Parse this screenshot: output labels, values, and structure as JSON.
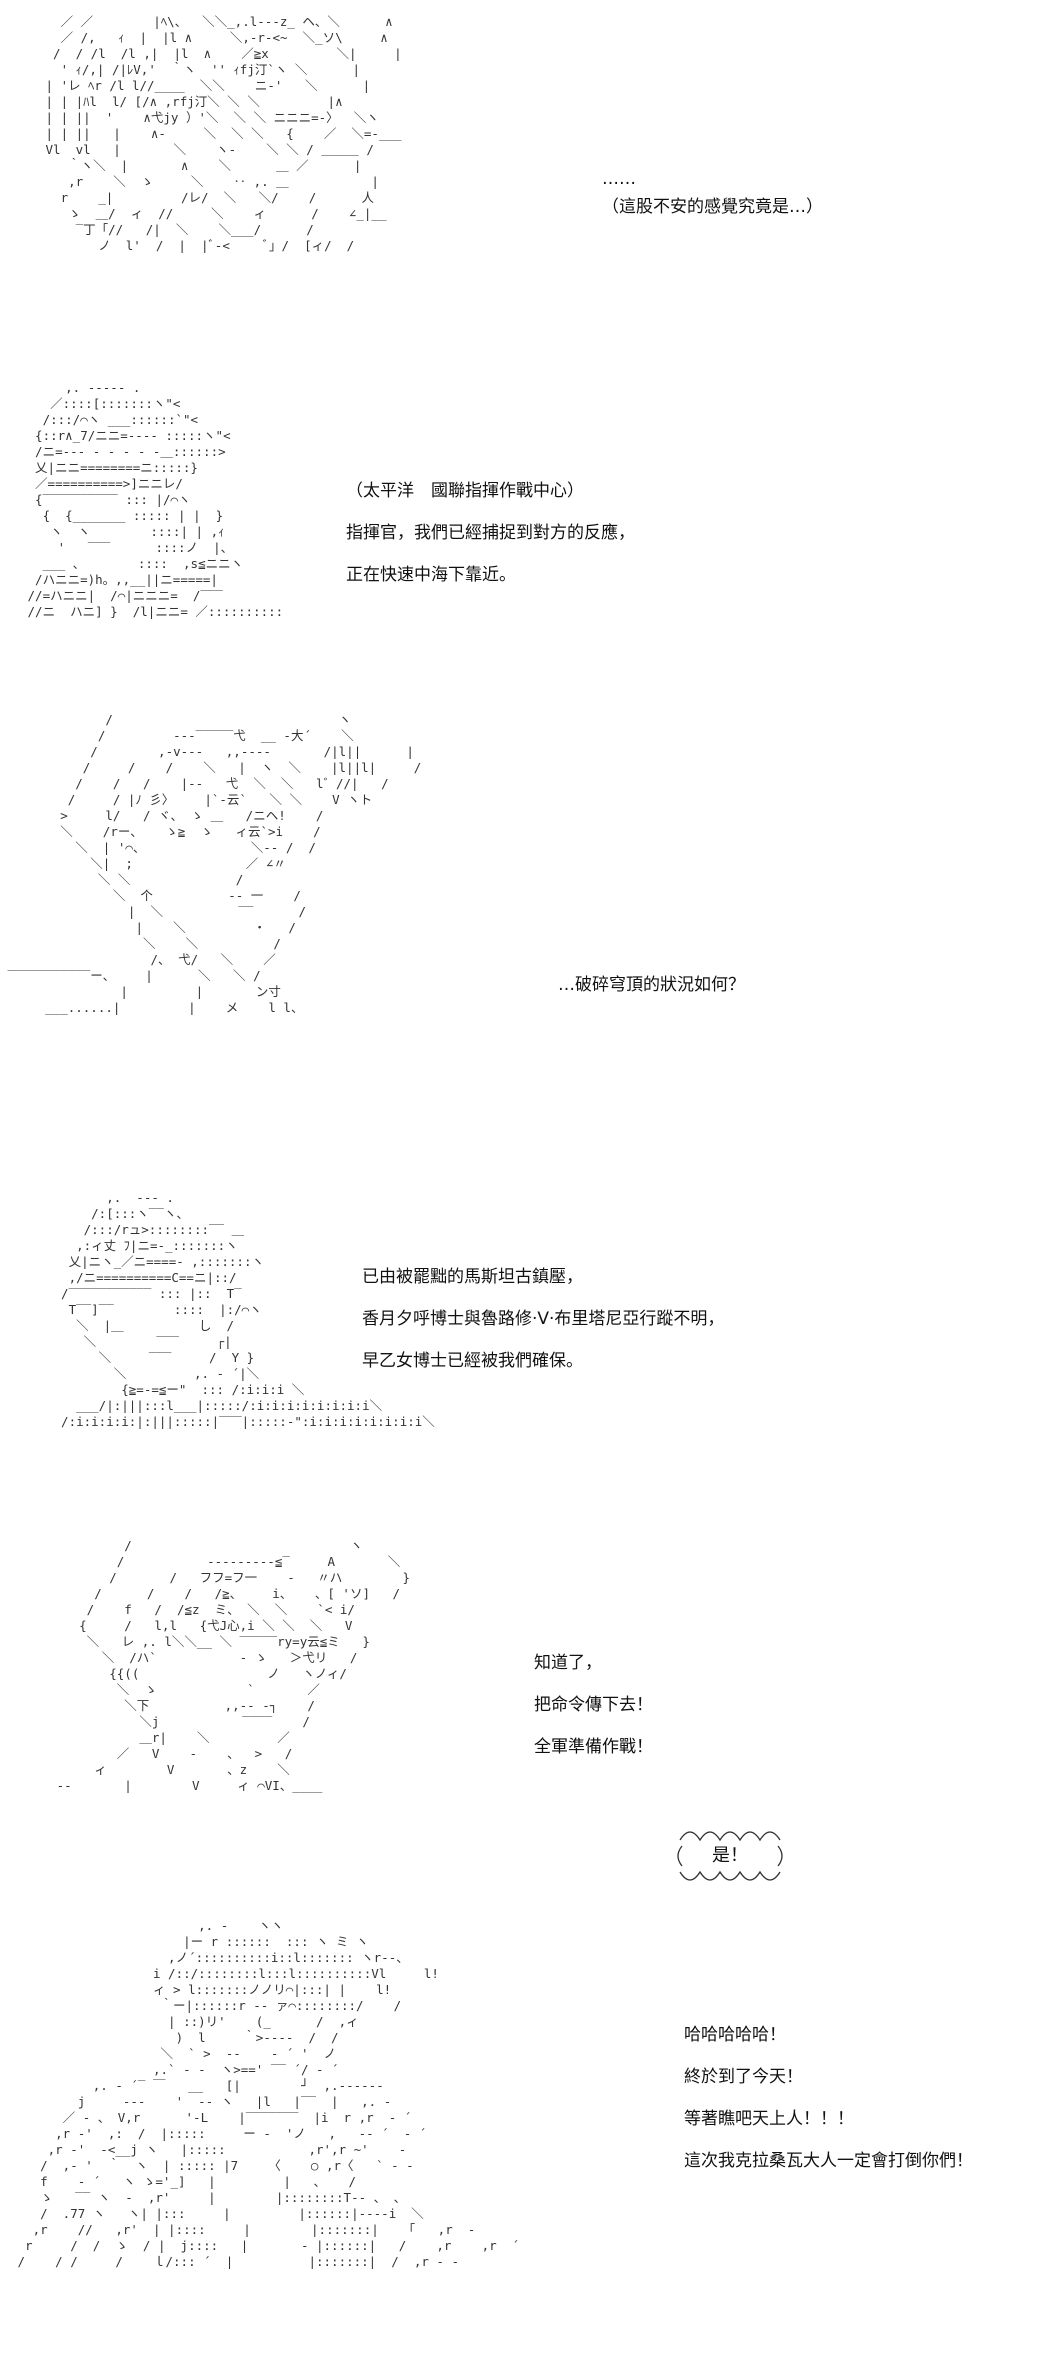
{
  "panels": [
    {
      "id": "p1",
      "lines": [
        "……",
        "（這股不安的感覺究竟是…）"
      ],
      "art": [
        "   ／ ／        |ﾍ\\、  ＼＼_,.l---z_ ヘ、＼      ∧",
        "   ／ /,   ｨ  |  |l ∧     ＼,-r-<~  ＼_ソ\\     ∧",
        "  /  / /l  /l ,|  |l  ∧    ／≧x         ＼|     |",
        "   ' ｨ/,| /|ﾚV,'  ｀ヽ  '' ｨfj汀`ヽ ＼      |",
        " | 'レ ﾍr /l l//____  ＼＼    ニ-'   ＼      |",
        " | | |ﾊl  l/ [/∧ ,rfj汀＼ ＼ ＼         |∧",
        " | | ||  '    ∧弋jy ）'＼  ＼ ＼ ニニニ=-〉  ＼ヽ",
        " | | ||   |    ∧-     ＼  ＼ ＼   {    ／  ＼=-___",
        " Vl  vl   |       ＼    ヽ-    ＼ ＼ / ＿＿＿ /",
        "    ｀ヽ＼  |       ∧    ＼      ＿ ／      |",
        "    ,r    ＼  ゝ     ＼    ‥ ,. ＿           |",
        "   r    _|         /レ/  ＼   ＼/    /      人",
        "    ゝ  ＿/  ィ  //     ＼    ィ      /    ∠_|__",
        "     ‾丁「//   /|  ＼    ＼___/      /",
        "        ノ  l'  /  |  |ﾞ-<     ﾞ」/  [ィ/  /"
      ]
    },
    {
      "id": "p2",
      "lines": [
        "（太平洋　國聯指揮作戰中心）",
        "指揮官，我們已經捕捉到對方的反應，",
        "正在快速中海下靠近。"
      ],
      "art": [
        "      ,. ----- .",
        "    ／::::[:::::::ヽ\"<",
        "   /:::/⌒ヽ ___::::::`\"<",
        "  {::r∧_7/ニニ=---- :::::ヽ\"<",
        "  /ニ=--- - - - - -＿::::::>",
        "  乂|ニニ========ニ:::::}",
        "  ／==========>]ニニレ/",
        "  {‾‾‾‾‾‾‾‾‾‾ ::: |/⌒ヽ",
        "   {  {_______ ::::: | |  }",
        "    ヽ  ヽ        ::::| | ,ｨ",
        "     '   ‾‾‾      ::::ノ  |、",
        "   ___ 、       ::::  ,s≦ニニヽ",
        "  /ハニニ=)h。,,__||ニ=====|",
        " //=ハニニ|  /⌒|ニニニ=  /‾‾‾",
        " //ニ  ハニ] }  /l|ニニ= ／::::::::::"
      ]
    },
    {
      "id": "p3",
      "lines": [
        "…破碎穹頂的狀況如何？"
      ],
      "art": [
        "              /                              ヽ",
        "             /         ---‾‾‾‾‾弋  __ -大´    ＼",
        "            /        ,-v---   ,,--‐‐       /|l||      |",
        "           /     /    /    ＼   |  ヽ  ＼    |l||l|     /",
        "          /    /   /    |--   弋  ＼  ＼   l゛//|   /",
        "         /     / |ﾉ 彡〉    |`-云`   ＼ ＼    V ヽト",
        "        >     l/   / ヾ、 ゝ ＿   /ニヘ!    /",
        "        ＼    /rー、   ゝ≧  ゝ   ィ云`>i    /",
        "          ＼  | '⌒、              ＼‐‐ /  /",
        "            ＼|  ;               ／ ∠〃",
        "             ＼ ＼              /",
        "               ＼  个          ‐‐ 一    /",
        "                 |  ＼          ‾‾      /",
        "                  |    ＼         ・   /",
        "                   ＼    ＼          /",
        "                    /、 弋/   ＼    ／",
        " ‾‾‾‾‾‾‾‾‾‾‾ー、    |      ＼   ＼ /",
        "                |         |       ン寸",
        "      ___......|         |    メ    l l、"
      ]
    },
    {
      "id": "p4",
      "lines": [
        "已由被罷黜的馬斯坦古鎮壓，",
        "香月夕呼博士與魯路修·V·布里塔尼亞行蹤不明，",
        "早乙女博士已經被我們確保。"
      ],
      "art": [
        "        ,.  ‐‐‐ .",
        "      /:[:::ヽ‾‾ヽ、",
        "     /:::/rュ>::::::::‾‾ ＿",
        "    ,:ィ丈 ﾌ|ニ=-_:::::::ヽ",
        "   乂|ニヽ_／ニ====- ,:::::::ヽ",
        "   ,/ニ==========C==ニ|::/",
        "  /‾‾‾‾‾‾‾‾‾‾‾ ::: |::  T‾",
        "   T‾‾]‾‾        ::::  |:/⌒ヽ",
        "    ＼  |＿          し  /",
        "     ＼        ‾‾‾     ┌|",
        "       ＼     ‾‾‾     /  Y }",
        "         ＼         ,. ‐ ´|＼",
        "          {≧=-=≦ー\"  ::: /:i:i:i ＼",
        "    ___/|:|||:::l___|:::::/:i:i:i:i:i:i:i:i＼",
        "  /:i:i:i:i:|:|||:::::|‾‾‾|:::::‐\":i:i:i:i:i:i:i:i＼"
      ]
    },
    {
      "id": "p5",
      "lines": [
        "知道了，",
        "把命令傳下去！",
        "全軍準備作戰！"
      ],
      "bubble": "是！",
      "art": [
        "            /                             ヽ",
        "           /           ‐‐‐‐‐‐‐‐‐≦‾     A       ＼",
        "          /       /   フフ=フ一    ‐   〃ハ        }",
        "        /      /    /   /≧、    i、   、[ 'ソ]   /",
        "       /    f   /  /≦z  ミ、 ＼  ＼    `< i/",
        "      {     /   l,l   {弋J心,i ＼ ＼  ＼   V",
        "       ＼   レ ,. l＼＼__ ＼ ‾‾‾‾‾ry=y云≦ミ   }",
        "         ＼  /ハ`           ‐ ゝ   ＞弋リ   /",
        "          {{((                 ノ   ヽノィ/",
        "           ＼  ゝ            `       ／",
        "            ＼下          ,,‐‐ -┐    /",
        "              ＼j           ‾‾‾‾    /",
        "              ＿r|    ＼         ／",
        "           ／   V    ‐    、  >   /",
        "        ィ        V       、z    ＼",
        "   ‐‐       |        V     ィ ⌒VI、____"
      ]
    },
    {
      "id": "p6",
      "lines": [
        "哈哈哈哈哈！",
        "終於到了今天！",
        "等著瞧吧天上人！！！",
        "這次我克拉桑瓦大人一定會打倒你們！"
      ],
      "art": [
        "                         ,. -    ヽヽ",
        "                       |ー r ::::::  ::: ヽ ミ ヽ",
        "                     ,ノ´::::::::::i::l::::::: ヽr‐‐、",
        "                   i /::/::::::::l:::l::::::::::Vl     l!",
        "                   ィ > l:::::::ノノリ⌒|:::| |    l!",
        "                    ｀ー|::::::r ‐‐ ァ⌒::::::::/    /",
        "                     | ::)リ'    (_      /  ,ィ",
        "                      )  l     ｀>--‐‐  /  /",
        "                    ＼  ` >  -‐    ‐ ´ '  ノ",
        "                   ,.` ‐ -  ヽ>==' ‾‾ ´/ ‐ ´",
        "           ,. ‐ ´‾ ￣   __   [|        ┘  ,.‐‐‐‐‐‐",
        "         j     ‐‐‐    '  ‐‐ ヽ   |l   |‾‾  |   ,. ‐",
        "       ／ ‐ 、 V,r      '‐L    |‾‾‾‾‾‾‾  |i  r ,r  ‐ ´",
        "      ,r -'  ,:  /  |:::::     ー ‐  'ノ   ,   ‐‐ ´  ‐ ´",
        "     ,r -'  -<__j ヽ   |:::::           ,r',r ~'    ‐",
        "    /  ,- '  ｀  ヽ  | ::::: |7    〈    ○ ,r〈   ` ‐ ‐",
        "    f    ‐ ´   ヽ ゝ='_]   |         |   、   /",
        "    ゝ   ‾‾ ヽ  ‐  ,r'     |        |::::::::T‐- 、 、",
        "    /  .77 ヽ   ヽ| |:::     |         |::::::|‐‐‐‐i  ＼",
        "   ,r    //   ,r'  | |::::     |        |:::::::|    ｢   ,r  ‐",
        "  r     /  /  ゝ  / |  j::::   |       - |::::::|   /    ,r    ,r  ´",
        " /    / /     /    ｌ/::: ´  |          |:::::::|  /  ,r ‐ ‐"
      ]
    }
  ]
}
